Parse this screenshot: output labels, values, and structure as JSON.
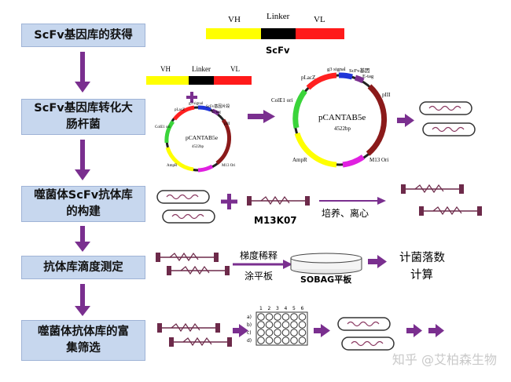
{
  "steps": [
    {
      "label": "ScFv基因库的获得"
    },
    {
      "label": "ScFv基因库转化大\n肠杆菌"
    },
    {
      "label": "噬菌体ScFv抗体库\n的构建"
    },
    {
      "label": "抗体库滴度测定"
    },
    {
      "label": "噬菌体抗体库的富\n集筛选"
    }
  ],
  "scfv_bar": {
    "vh": "VH",
    "linker": "Linker",
    "vl": "VL",
    "caption": "ScFv",
    "colors": {
      "vh": "#ffff00",
      "linker": "#000000",
      "vl": "#ff1a1a"
    }
  },
  "small_bar": {
    "vh": "VH",
    "linker": "Linker",
    "vl": "VL"
  },
  "small_plasmid": {
    "name": "pCANTAB5e",
    "size": "4522bp",
    "labels": [
      "pLacZ",
      "g3 signal",
      "ScFv基因片段",
      "E-tag",
      "pIII",
      "ColE1 ori",
      "AmpR",
      "M13 Ori"
    ]
  },
  "large_plasmid": {
    "name": "pCANTAB5e",
    "size": "4522bp",
    "labels": [
      "pLacZ",
      "g3 signal",
      "ScFv基因",
      "E-tag",
      "pIII",
      "ColE1 ori",
      "AmpR",
      "M13 Ori"
    ]
  },
  "helper_phage": "M13K07",
  "culture_label": "培养、离心",
  "dilution_label": "梯度稀释",
  "plating_label": "涂平板",
  "plate_label": "SOBAG平板",
  "count_label": "计菌落数\n计算",
  "well_plate": {
    "columns": [
      "1",
      "2",
      "3",
      "4",
      "5",
      "6"
    ],
    "rows": [
      "a)",
      "b)",
      "c)",
      "d)"
    ]
  },
  "watermark": "知乎 @艾柏森生物",
  "colors": {
    "flow_arrow": "#7a2f8f",
    "step_box": "#c7d7ee",
    "phage": "#7a2f5a"
  }
}
